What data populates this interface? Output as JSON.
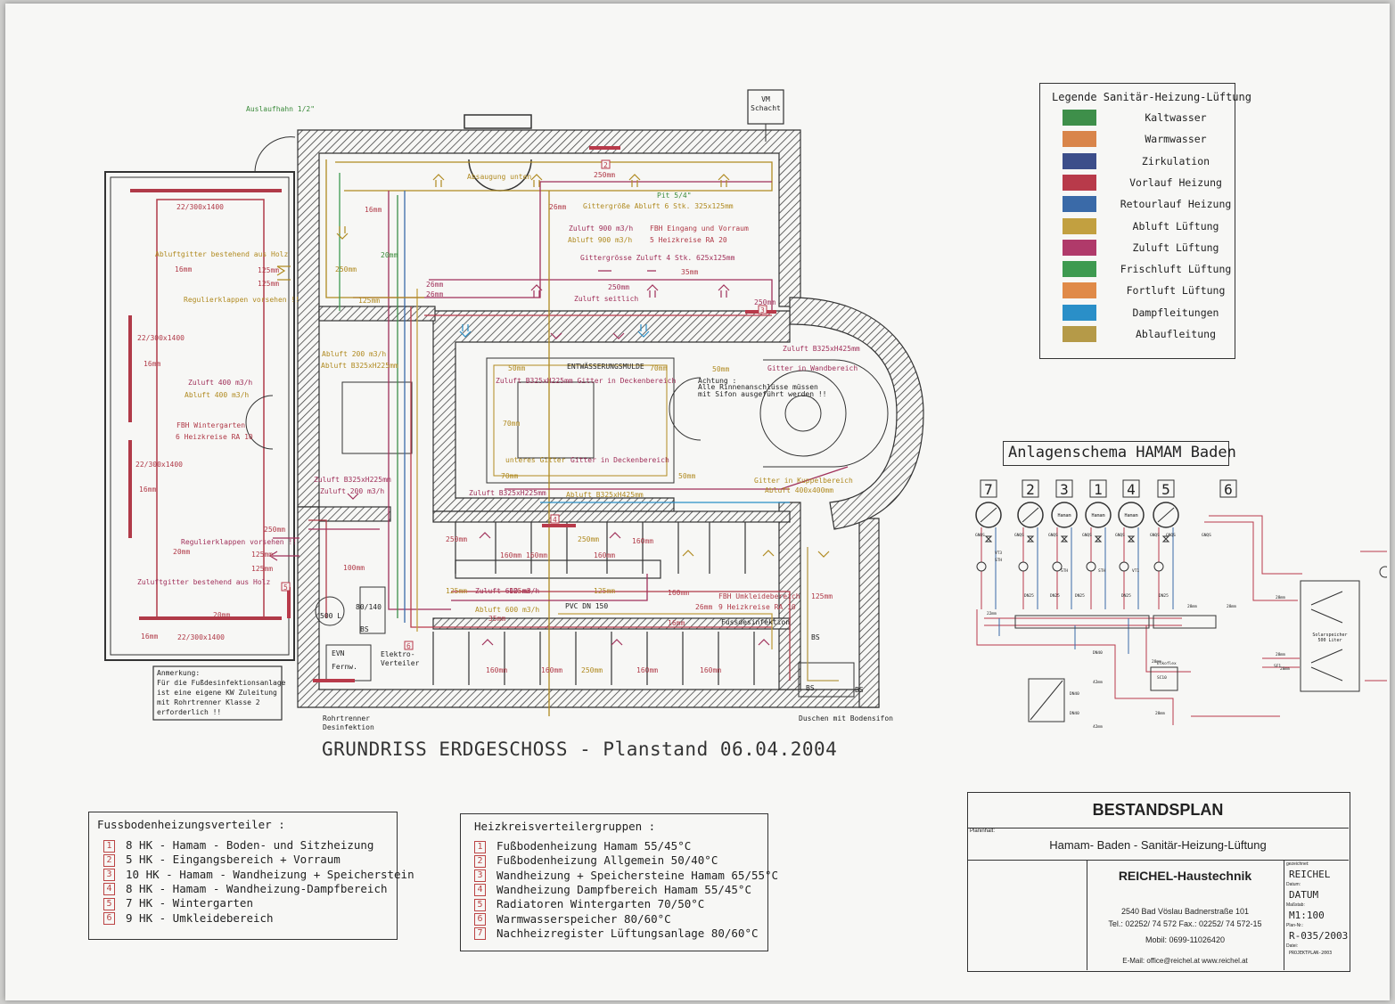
{
  "drawing": {
    "title": "GRUNDRISS ERDGESCHOSS - Planstand 06.04.2004",
    "vm_shaft": [
      "VM",
      "Schacht"
    ],
    "tap_label": "Auslaufhahn 1/2\"",
    "labels": [
      {
        "t": "22/300x1400",
        "c": "#b03a48"
      },
      {
        "t": "Abluftgitter bestehend aus Holz",
        "c": "#b08a20"
      },
      {
        "t": "16mm",
        "c": "#b03a48"
      },
      {
        "t": "125mm",
        "c": "#b03a48"
      },
      {
        "t": "125mm",
        "c": "#b03a48"
      },
      {
        "t": "Regulierklappen vorsehen !!",
        "c": "#b08a20"
      },
      {
        "t": "22/300x1400",
        "c": "#b03a48"
      },
      {
        "t": "16mm",
        "c": "#b03a48"
      },
      {
        "t": "Zuluft 400 m3/h",
        "c": "#a0305a"
      },
      {
        "t": "Abluft 400 m3/h",
        "c": "#b08a20"
      },
      {
        "t": "FBH Wintergarten",
        "c": "#b03a48"
      },
      {
        "t": "6 Heizkreise RA 10",
        "c": "#b03a48"
      },
      {
        "t": "22/300x1400",
        "c": "#b03a48"
      },
      {
        "t": "16mm",
        "c": "#b03a48"
      },
      {
        "t": "250mm",
        "c": "#b03a48"
      },
      {
        "t": "Regulierklappen vorsehen !!",
        "c": "#a0305a"
      },
      {
        "t": "20mm",
        "c": "#b03a48"
      },
      {
        "t": "125mm",
        "c": "#b03a48"
      },
      {
        "t": "125mm",
        "c": "#b03a48"
      },
      {
        "t": "Zuluftgitter bestehend aus Holz",
        "c": "#a0305a"
      },
      {
        "t": "20mm",
        "c": "#b03a48"
      },
      {
        "t": "16mm",
        "c": "#b03a48"
      },
      {
        "t": "22/300x1400",
        "c": "#b03a48"
      },
      {
        "t": "16mm",
        "c": "#b03a48"
      },
      {
        "t": "250mm",
        "c": "#b08a20"
      },
      {
        "t": "20mm",
        "c": "#3a8a3a"
      },
      {
        "t": "125mm",
        "c": "#b08a20"
      },
      {
        "t": "Abluft 200 m3/h",
        "c": "#b08a20"
      },
      {
        "t": "Abluft B325xH225mm",
        "c": "#b08a20"
      },
      {
        "t": "Zuluft B325xH225mm",
        "c": "#a0305a"
      },
      {
        "t": "Zuluft 200 m3/h",
        "c": "#a0305a"
      },
      {
        "t": "Absaugung unten",
        "c": "#b08a20"
      },
      {
        "t": "250mm",
        "c": "#b03a48"
      },
      {
        "t": "Pit 5/4\"",
        "c": "#3a8a3a"
      },
      {
        "t": "26mm",
        "c": "#b03a48"
      },
      {
        "t": "Gittergröße Abluft 6 Stk. 325x125mm",
        "c": "#b08a20"
      },
      {
        "t": "Zuluft 900 m3/h",
        "c": "#a0305a"
      },
      {
        "t": "FBH Eingang und Vorraum",
        "c": "#b03a48"
      },
      {
        "t": "Abluft 900 m3/h",
        "c": "#b08a20"
      },
      {
        "t": "5 Heizkreise RA 20",
        "c": "#b03a48"
      },
      {
        "t": "Gittergrösse Zuluft 4 Stk. 625x125mm",
        "c": "#a0305a"
      },
      {
        "t": "35mm",
        "c": "#b03a48"
      },
      {
        "t": "250mm",
        "c": "#a0305a"
      },
      {
        "t": "Zuluft seitlich",
        "c": "#a0305a"
      },
      {
        "t": "26mm",
        "c": "#a0305a"
      },
      {
        "t": "26mm",
        "c": "#a0305a"
      },
      {
        "t": "250mm",
        "c": "#a0305a"
      },
      {
        "t": "Zuluft B325xH425mm",
        "c": "#a0305a"
      },
      {
        "t": "Gitter in Wandbereich",
        "c": "#a0305a"
      },
      {
        "t": "ENTWÄSSERUNGSMULDE",
        "c": "#222222"
      },
      {
        "t": "50mm",
        "c": "#b08a20"
      },
      {
        "t": "70mm",
        "c": "#b08a20"
      },
      {
        "t": "50mm",
        "c": "#b08a20"
      },
      {
        "t": "Zuluft B325xH225mm Gitter in Deckenbereich",
        "c": "#a0305a"
      },
      {
        "t": "Achtung :",
        "c": "#222222"
      },
      {
        "t": "Alle Rinnenanschlüsse müssen",
        "c": "#222222"
      },
      {
        "t": "mit Sifon ausgeführt werden !!",
        "c": "#222222"
      },
      {
        "t": "70mm",
        "c": "#b08a20"
      },
      {
        "t": "unteres Gitter",
        "c": "#b08a20"
      },
      {
        "t": "Gitter in Deckenbereich",
        "c": "#a0305a"
      },
      {
        "t": "70mm",
        "c": "#b08a20"
      },
      {
        "t": "50mm",
        "c": "#b08a20"
      },
      {
        "t": "Gitter in Kuppelbereich",
        "c": "#b08a20"
      },
      {
        "t": "Abluft 400x400mm",
        "c": "#b08a20"
      },
      {
        "t": "Zuluft B325xH225mm",
        "c": "#a0305a"
      },
      {
        "t": "Abluft B325xH425mm",
        "c": "#b08a20"
      },
      {
        "t": "250mm",
        "c": "#b03a48"
      },
      {
        "t": "160mm",
        "c": "#b03a48"
      },
      {
        "t": "160mm",
        "c": "#b03a48"
      },
      {
        "t": "250mm",
        "c": "#b08a20"
      },
      {
        "t": "160mm",
        "c": "#b03a48"
      },
      {
        "t": "160mm",
        "c": "#b03a48"
      },
      {
        "t": "125mm",
        "c": "#b08a20"
      },
      {
        "t": "125mm",
        "c": "#b03a48"
      },
      {
        "t": "Zuluft 600 m3/h",
        "c": "#a0305a"
      },
      {
        "t": "125mm",
        "c": "#b08a20"
      },
      {
        "t": "160mm",
        "c": "#b03a48"
      },
      {
        "t": "FBH Umkleidebereich",
        "c": "#b03a48"
      },
      {
        "t": "9 Heizkreise RA 10",
        "c": "#b03a48"
      },
      {
        "t": "125mm",
        "c": "#b03a48"
      },
      {
        "t": "Abluft 600 m3/h",
        "c": "#b08a20"
      },
      {
        "t": "PVC DN 150",
        "c": "#222222"
      },
      {
        "t": "26mm",
        "c": "#b03a48"
      },
      {
        "t": "35mm",
        "c": "#b03a48"
      },
      {
        "t": "16mm",
        "c": "#b03a48"
      },
      {
        "t": "Fussdesinfektion",
        "c": "#222222"
      },
      {
        "t": "250mm",
        "c": "#b08a20"
      },
      {
        "t": "160mm",
        "c": "#b03a48"
      },
      {
        "t": "160mm",
        "c": "#b03a48"
      },
      {
        "t": "160mm",
        "c": "#b03a48"
      },
      {
        "t": "160mm",
        "c": "#b03a48"
      },
      {
        "t": "100mm",
        "c": "#b03a48"
      },
      {
        "t": "EVN",
        "c": "#222222"
      },
      {
        "t": "Fernw.",
        "c": "#222222"
      },
      {
        "t": "Elektro-",
        "c": "#222222"
      },
      {
        "t": "Verteiler",
        "c": "#222222"
      },
      {
        "t": "500 L",
        "c": "#222222"
      },
      {
        "t": "80/140",
        "c": "#222222"
      },
      {
        "t": "BS",
        "c": "#222222"
      },
      {
        "t": "BS",
        "c": "#222222"
      },
      {
        "t": "BS",
        "c": "#222222"
      },
      {
        "t": "BS",
        "c": "#222222"
      },
      {
        "t": "Rohrtrenner",
        "c": "#222222"
      },
      {
        "t": "Desinfektion",
        "c": "#222222"
      },
      {
        "t": "Duschen mit Bodensifon",
        "c": "#222222"
      }
    ],
    "markers": [
      "2",
      "3",
      "4",
      "5",
      "6"
    ]
  },
  "note": [
    "Anmerkung:",
    "Für die Fußdesinfektionsanlage",
    "ist eine eigene KW Zuleitung",
    "mit Rohrtrenner Klasse 2",
    "erforderlich !!"
  ],
  "legend": {
    "title": "Legende Sanitär-Heizung-Lüftung",
    "items": [
      {
        "label": "Kaltwasser",
        "color": "#3e8f4a"
      },
      {
        "label": "Warmwasser",
        "color": "#d9854a"
      },
      {
        "label": "Zirkulation",
        "color": "#3c4e8a"
      },
      {
        "label": "Vorlauf Heizung",
        "color": "#b83a4a"
      },
      {
        "label": "Retourlauf Heizung",
        "color": "#3a6aa8"
      },
      {
        "label": "Abluft Lüftung",
        "color": "#c2a040"
      },
      {
        "label": "Zuluft Lüftung",
        "color": "#b03a6a"
      },
      {
        "label": "Frischluft Lüftung",
        "color": "#3e9a50"
      },
      {
        "label": "Fortluft Lüftung",
        "color": "#e08a48"
      },
      {
        "label": "Dampfleitungen",
        "color": "#2a8fc8"
      },
      {
        "label": "Ablaufleitung",
        "color": "#b59a48"
      }
    ]
  },
  "schema": {
    "title": "Anlagenschema HAMAM Baden",
    "circuits": [
      "7",
      "2",
      "3",
      "1",
      "4",
      "5",
      "6"
    ],
    "gauges": [
      "",
      "",
      "Hamam",
      "Hamam",
      "Hamam",
      "",
      ""
    ],
    "tank_label": [
      "Solarspeicher",
      "500 Liter"
    ],
    "small": [
      "GNQS",
      "GNQS",
      "GNQS",
      "GNQS",
      "GNQS",
      "GNQS",
      "GNQS",
      "GNQS",
      "VT3",
      "STH",
      "STH",
      "STH",
      "VT1",
      "DN25",
      "DN25",
      "DN25",
      "DN25",
      "DN25",
      "DN40",
      "DN40",
      "DN40",
      "22mm",
      "28mm",
      "28mm",
      "28mm",
      "42mm",
      "42mm",
      "28mm",
      "28mm",
      "SF1",
      "28mm",
      "28mm",
      "Elkoflex",
      "SC10"
    ]
  },
  "fbh_panel": {
    "title": "Fussbodenheizungsverteiler :",
    "items": [
      {
        "n": "1",
        "t": "8 HK - Hamam - Boden- und Sitzheizung"
      },
      {
        "n": "2",
        "t": "5 HK - Eingangsbereich + Vorraum"
      },
      {
        "n": "3",
        "t": "10 HK - Hamam - Wandheizung + Speicherstein"
      },
      {
        "n": "4",
        "t": "8 HK - Hamam - Wandheizung-Dampfbereich"
      },
      {
        "n": "5",
        "t": "7 HK - Wintergarten"
      },
      {
        "n": "6",
        "t": "9 HK - Umkleidebereich"
      }
    ]
  },
  "hk_panel": {
    "title": "Heizkreisverteilergruppen :",
    "items": [
      {
        "n": "1",
        "t": "Fußbodenheizung Hamam  55/45°C"
      },
      {
        "n": "2",
        "t": "Fußbodenheizung Allgemein 50/40°C"
      },
      {
        "n": "3",
        "t": "Wandheizung + Speichersteine Hamam 65/55°C"
      },
      {
        "n": "4",
        "t": "Wandheizung Dampfbereich Hamam 55/45°C"
      },
      {
        "n": "5",
        "t": "Radiatoren Wintergarten 70/50°C"
      },
      {
        "n": "6",
        "t": "Warmwasserspeicher 80/60°C"
      },
      {
        "n": "7",
        "t": "Nachheizregister Lüftungsanlage 80/60°C"
      }
    ]
  },
  "title_block": {
    "heading": "BESTANDSPLAN",
    "planinhalt_label": "Planinhalt:",
    "project": "Hamam- Baden - Sanitär-Heizung-Lüftung",
    "company": "REICHEL-Haustechnik",
    "address": "2540 Bad Vöslau  Badnerstraße 101",
    "phone": "Tel.: 02252/ 74 572    Fax.: 02252/ 74 572-15",
    "mobile": "Mobil: 0699-11026420",
    "email": "E-Mail: office@reichel.at        www.reichel.at",
    "fields": [
      {
        "label": "gezeichnet:",
        "value": "REICHEL"
      },
      {
        "label": "Datum:",
        "value": "DATUM"
      },
      {
        "label": "Maßstab:",
        "value": "M1:100"
      },
      {
        "label": "Plan-Nr.:",
        "value": "R-035/2003"
      },
      {
        "label": "Datei:",
        "value": "PROJEKTPLAN-2003"
      }
    ]
  }
}
